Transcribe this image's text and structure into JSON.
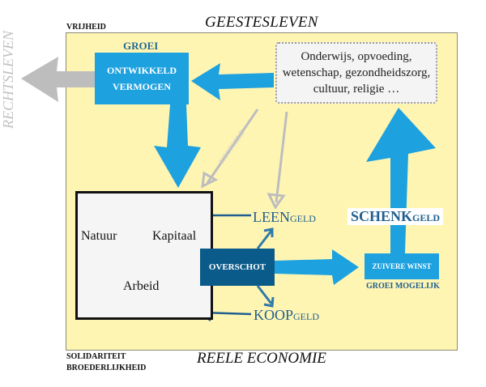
{
  "diagram": {
    "title_top": "GEESTESLEVEN",
    "title_bottom": "REELE ECONOMIE",
    "left_label": "RECHTSLEVEN",
    "top_left_label": "VRIJHEID",
    "bottom_left_labels": [
      "SOLIDARITEIT",
      "BROEDERLIJKHEID"
    ],
    "groei_label": "GROEI",
    "ontwikkeld_vermogen": [
      "ONTWIKKELD",
      "VERMOGEN"
    ],
    "info_box_lines": [
      "Onderwijs, opvoeding,",
      "wetenschap, gezondheidszorg,",
      "cultuur, religie …"
    ],
    "economy_box": {
      "natuur": "Natuur",
      "kapitaal": "Kapitaal",
      "arbeid": "Arbeid"
    },
    "overschot": "OVERSCHOT",
    "leengeld": {
      "main": "LEEN",
      "suffix": "GELD"
    },
    "koopgeld": {
      "main": "KOOP",
      "suffix": "GELD"
    },
    "schenkgeld": {
      "main": "SCHENK",
      "suffix": "GELD"
    },
    "koopgeld_diagonal": "KOOPGELD",
    "zuivere_winst": "ZUIVERE WINST",
    "groei_mogelijk": "GROEI MOGELIJK"
  },
  "colors": {
    "panel_bg": "#fff5b3",
    "accent_blue": "#1da1df",
    "dark_blue": "#0b5b8a",
    "text_blue": "#1f5f8f",
    "grey_arrow": "#bdbdbd"
  }
}
